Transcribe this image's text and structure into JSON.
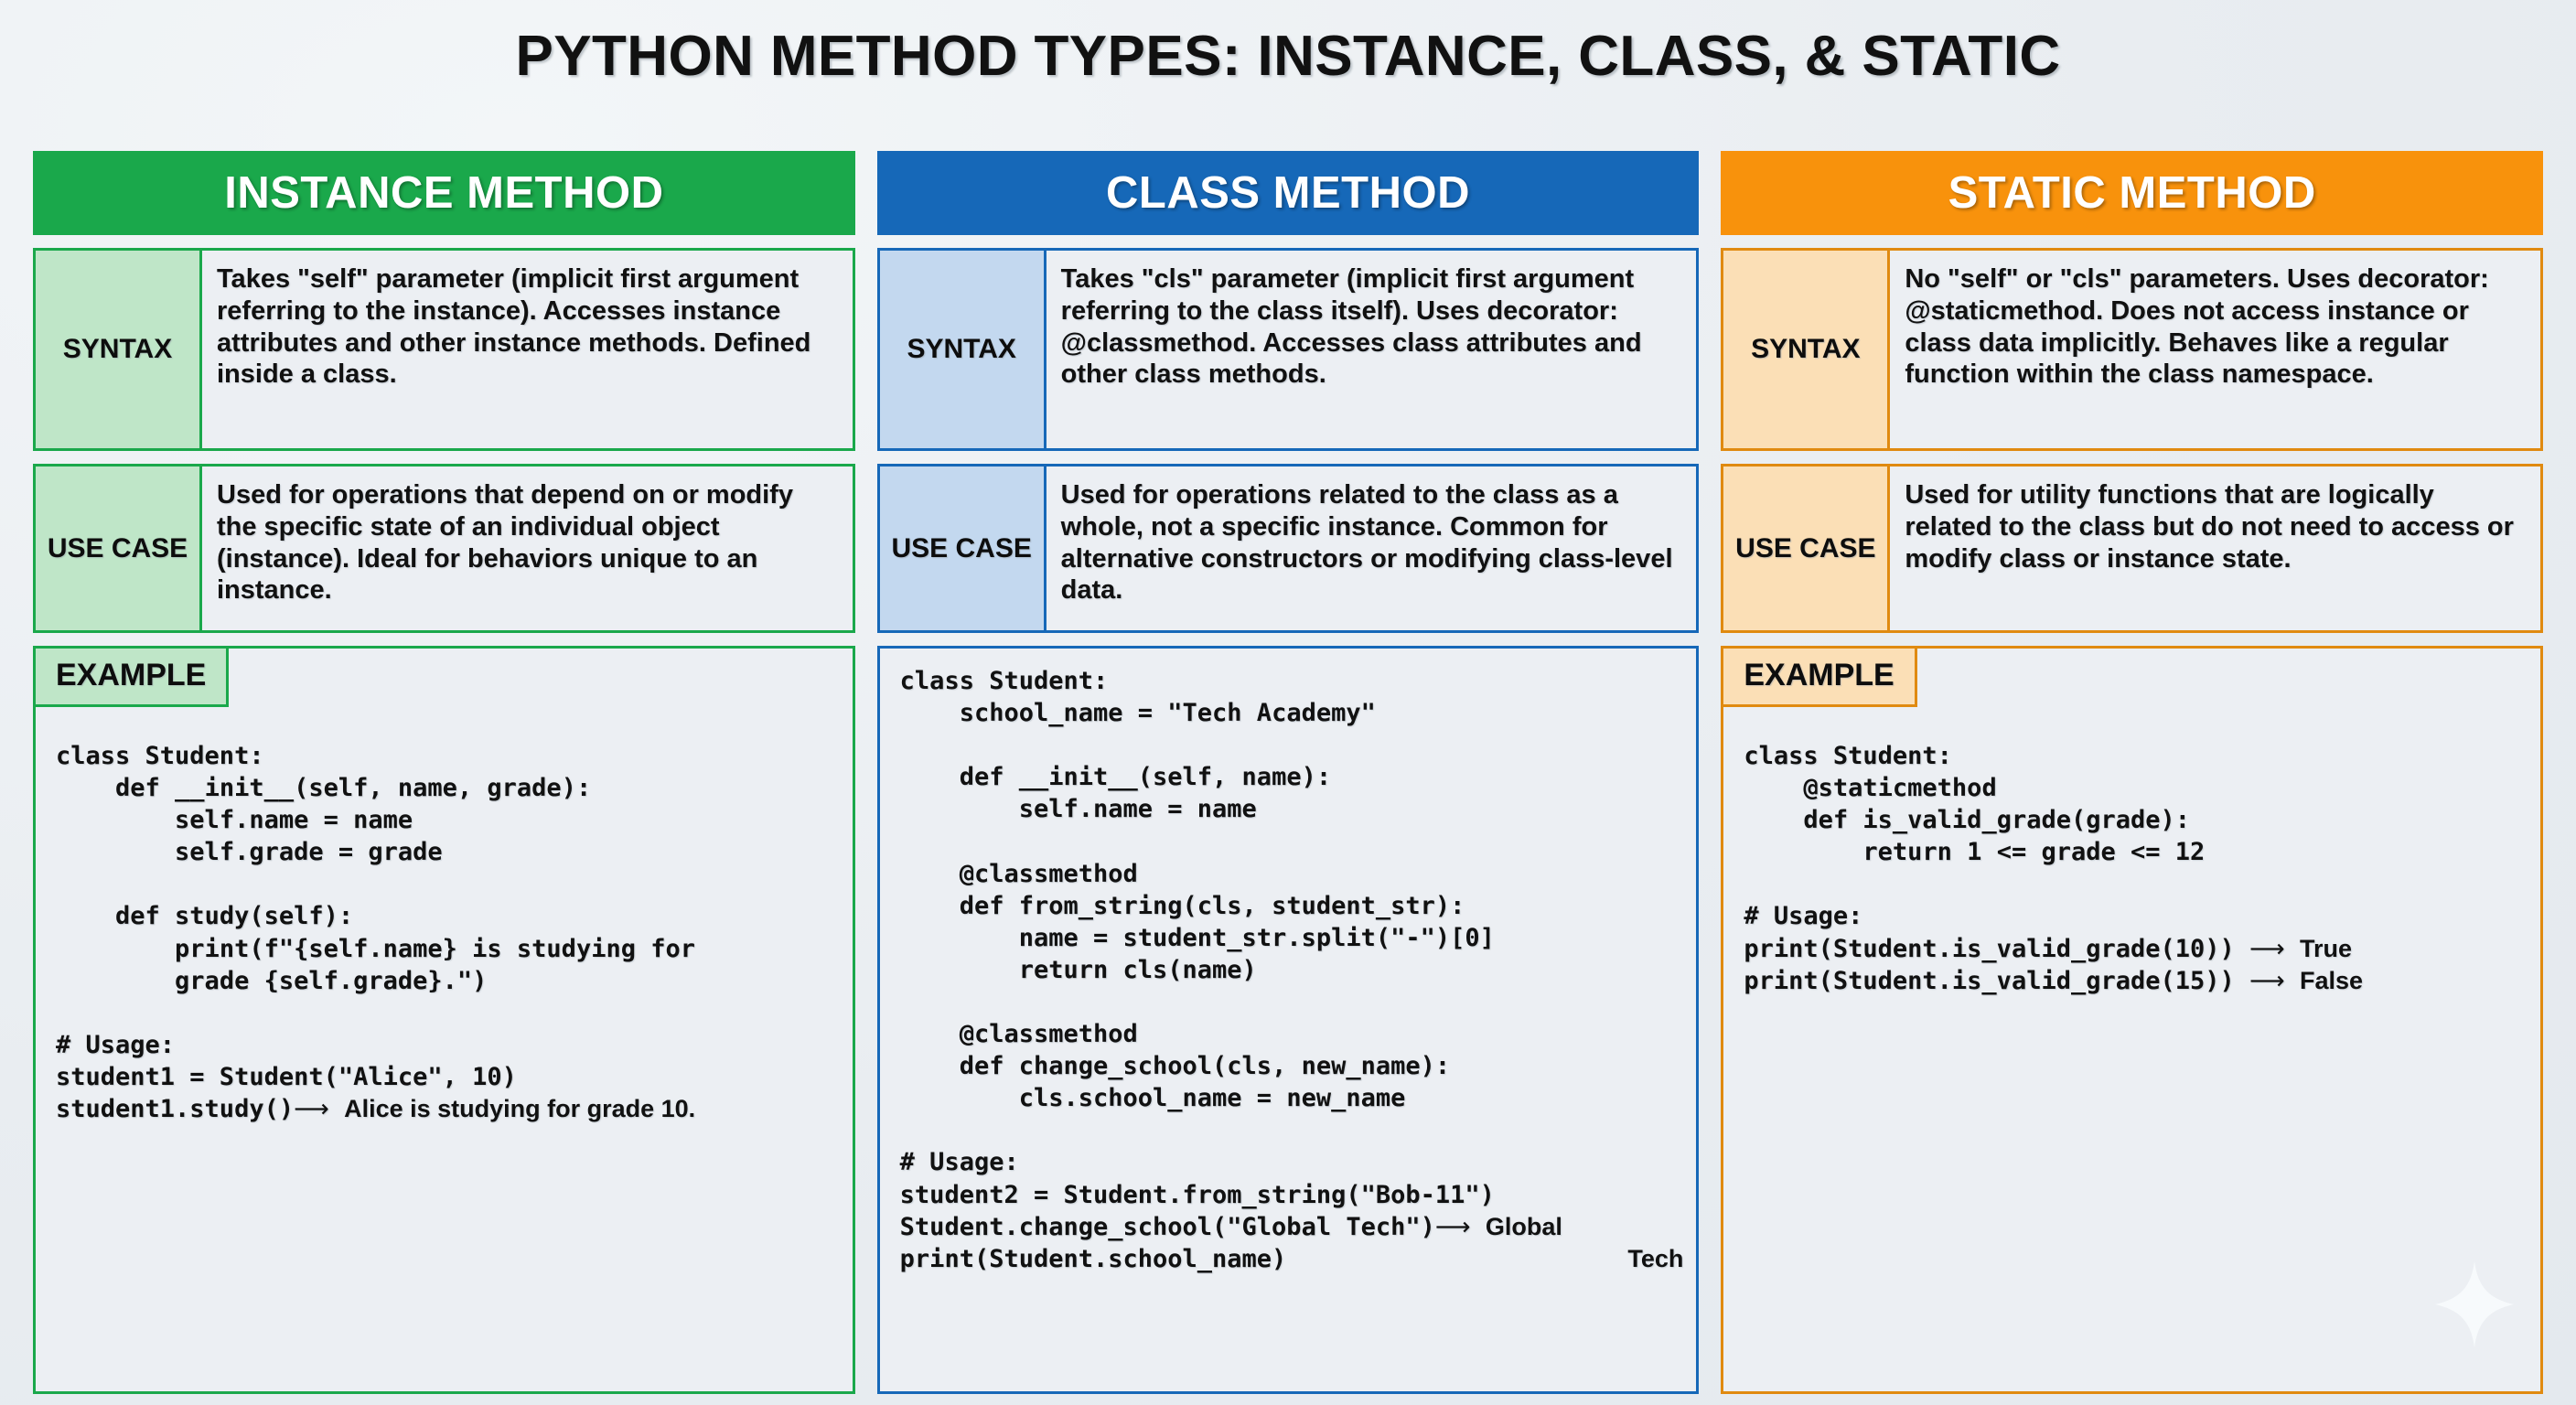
{
  "title": "PYTHON METHOD TYPES: INSTANCE, CLASS, & STATIC",
  "colors": {
    "instance": "#1aa84b",
    "class": "#1668b8",
    "static": "#f8920c",
    "page_background": "#eef1f4",
    "panel_background": "#eceff3"
  },
  "row_labels": {
    "syntax": "SYNTAX",
    "use_case": "USE CASE",
    "example": "EXAMPLE"
  },
  "columns": [
    {
      "header": "INSTANCE METHOD",
      "syntax_label": "SYNTAX",
      "syntax": "Takes \"self\" parameter (implicit first argument referring to the instance). Accesses instance attributes and other instance methods. Defined inside a class.",
      "use_case_label": "USE CASE",
      "use_case": "Used for operations that depend on or modify the specific state of an individual object (instance). Ideal for behaviors unique to an instance.",
      "example_label": "EXAMPLE",
      "has_example_badge": true,
      "code": "class Student:\n    def __init__(self, name, grade):\n        self.name = name\n        self.grade = grade\n\n    def study(self):\n        print(f\"{self.name} is studying for\n        grade {self.grade}.\")\n\n# Usage:\nstudent1 = Student(\"Alice\", 10)\nstudent1.study()",
      "usage_arrow": "⟶",
      "usage_result": "Alice is studying for grade 10."
    },
    {
      "header": "CLASS METHOD",
      "syntax_label": "SYNTAX",
      "syntax": "Takes \"cls\" parameter (implicit first argument referring to the class itself). Uses decorator: @classmethod. Accesses class attributes and other class methods.",
      "use_case_label": "USE CASE",
      "use_case": "Used for operations related to the class as a whole, not a specific instance. Common for alternative constructors or modifying class-level data.",
      "example_label": "",
      "has_example_badge": false,
      "code": "class Student:\n    school_name = \"Tech Academy\"\n\n    def __init__(self, name):\n        self.name = name\n\n    @classmethod\n    def from_string(cls, student_str):\n        name = student_str.split(\"-\")[0]\n        return cls(name)\n\n    @classmethod\n    def change_school(cls, new_name):\n        cls.school_name = new_name\n\n# Usage:\nstudent2 = Student.from_string(\"Bob-11\")\nStudent.change_school(\"Global Tech\")",
      "code_tail": "print(Student.school_name)",
      "usage_arrow": "⟶",
      "usage_result": "Global",
      "usage_result_line2": "Tech"
    },
    {
      "header": "STATIC METHOD",
      "syntax_label": "SYNTAX",
      "syntax": "No \"self\" or \"cls\" parameters.\nUses decorator: @staticmethod.\nDoes not access instance or class data implicitly. Behaves like a regular function within the class namespace.",
      "use_case_label": "USE CASE",
      "use_case": "Used for utility functions that are logically related to the class but do not need to access or modify class or instance state.",
      "example_label": "EXAMPLE",
      "has_example_badge": true,
      "code": "class Student:\n    @staticmethod\n    def is_valid_grade(grade):\n        return 1 <= grade <= 12\n\n# Usage:",
      "usage_line_1": "print(Student.is_valid_grade(10))",
      "usage_arrow_1": "⟶",
      "usage_result_1": "True",
      "usage_line_2": "print(Student.is_valid_grade(15))",
      "usage_arrow_2": "⟶",
      "usage_result_2": "False"
    }
  ],
  "decoration": {
    "sparkle": "four-point-sparkle"
  }
}
